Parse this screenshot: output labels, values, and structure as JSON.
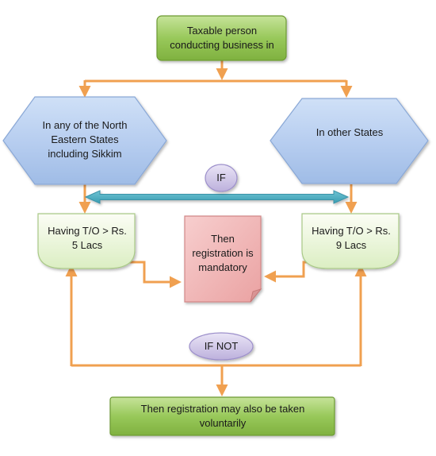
{
  "nodes": {
    "start": {
      "label": "Taxable person conducting business in"
    },
    "north_east": {
      "label": "In any of the North Eastern States including Sikkim"
    },
    "other_states": {
      "label": "In other States"
    },
    "if_label": {
      "label": "IF"
    },
    "turnover_ne": {
      "label": "Having T/O > Rs. 5 Lacs"
    },
    "turnover_other": {
      "label": "Having T/O > Rs. 9 Lacs"
    },
    "mandatory": {
      "label": "Then registration is mandatory"
    },
    "if_not_label": {
      "label": "IF NOT"
    },
    "voluntary": {
      "label": "Then registration may also be taken voluntarily"
    }
  },
  "colors": {
    "connector": "#f0a050",
    "green_box": "#8fbf4d",
    "hexagon": "#b7cff0",
    "oval": "#cdc3e6",
    "note": "#f2b6b6",
    "double_arrow": "#4faec1"
  }
}
